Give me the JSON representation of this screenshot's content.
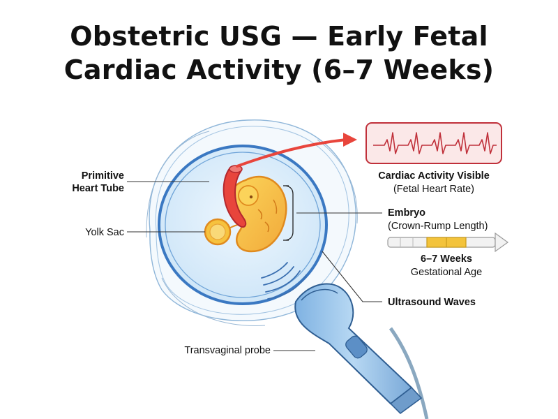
{
  "title": {
    "line1": "Obstetric USG — Early Fetal",
    "line2": "Cardiac Activity (6–7 Weeks)"
  },
  "labels": {
    "heart_tube_line1": "Primitive",
    "heart_tube_line2": "Heart Tube",
    "yolk_sac": "Yolk Sac",
    "probe": "Transvaginal probe",
    "cardiac_title": "Cardiac Activity Visible",
    "cardiac_sub": "(Fetal Heart Rate)",
    "embryo_title": "Embryo",
    "embryo_sub": "(Crown-Rump Length)",
    "weeks_title": "6–7 Weeks",
    "weeks_sub": "Gestational Age",
    "waves": "Ultrasound Waves"
  },
  "colors": {
    "heart": "#e8453c",
    "embryo": "#f6c23e",
    "embryo_outline": "#e08a1e",
    "sac_fill": "#dbeefb",
    "sac_ring": "#3a78c2",
    "probe": "#9cc6ea",
    "ecg_box": "#fbe8e8",
    "ecg_line": "#c0303a",
    "timeline_mark": "#f3c33b"
  },
  "icons": [
    "ecg-trace-icon",
    "arrow-icon",
    "transvaginal-probe-icon",
    "ultrasound-waves-icon"
  ]
}
